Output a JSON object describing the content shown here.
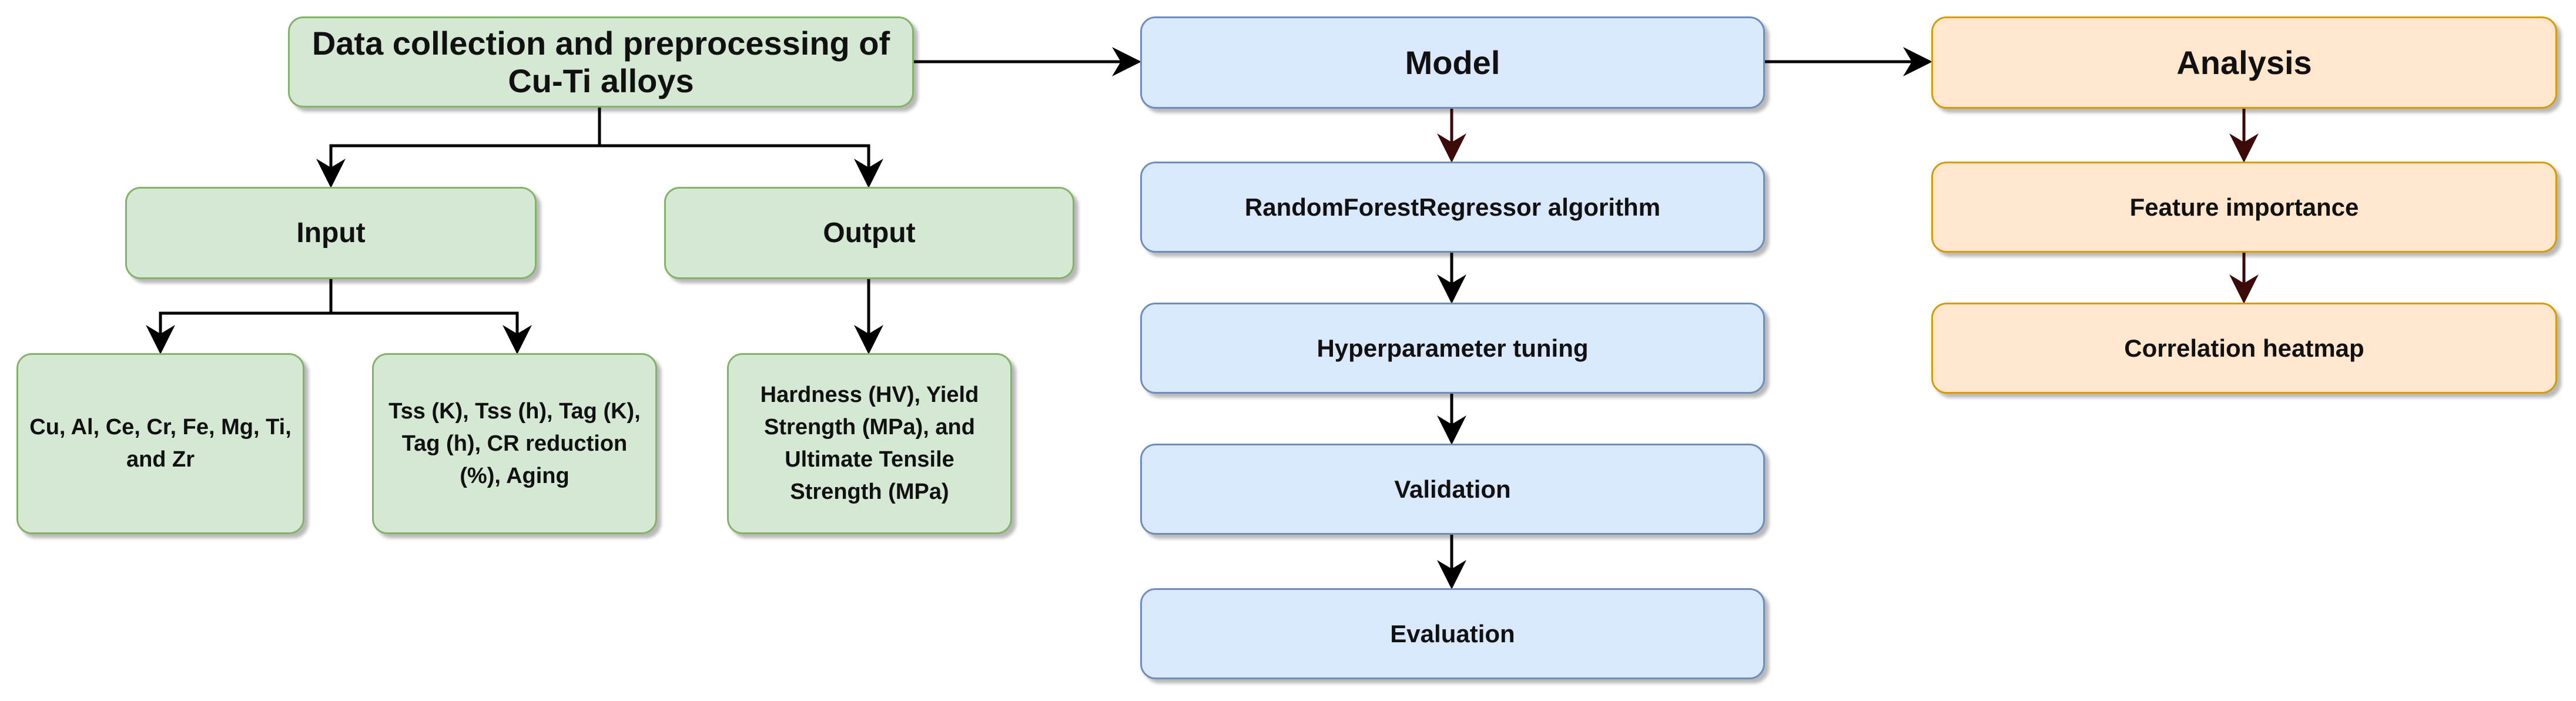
{
  "nodes": {
    "data_collection": "Data collection and preprocessing of Cu-Ti alloys",
    "input": "Input",
    "output": "Output",
    "elements": "Cu, Al, Ce, Cr, Fe, Mg, Ti, and Zr",
    "process_params": "Tss (K), Tss (h), Tag (K), Tag (h), CR reduction (%), Aging",
    "properties": "Hardness (HV), Yield Strength (MPa), and Ultimate Tensile Strength (MPa)",
    "model": "Model",
    "random_forest": "RandomForestRegressor algorithm",
    "hyperparameter": "Hyperparameter tuning",
    "validation": "Validation",
    "evaluation": "Evaluation",
    "analysis": "Analysis",
    "feature_importance": "Feature importance",
    "correlation": "Correlation heatmap"
  },
  "colors": {
    "green_fill": "#d5e8d4",
    "green_stroke": "#82b366",
    "blue_fill": "#dae8fc",
    "blue_stroke": "#6c8ebf",
    "orange_fill": "#ffe6cc",
    "orange_stroke": "#d79b00",
    "arrow_black": "#000000",
    "arrow_dark_red": "#3d0a0a"
  }
}
